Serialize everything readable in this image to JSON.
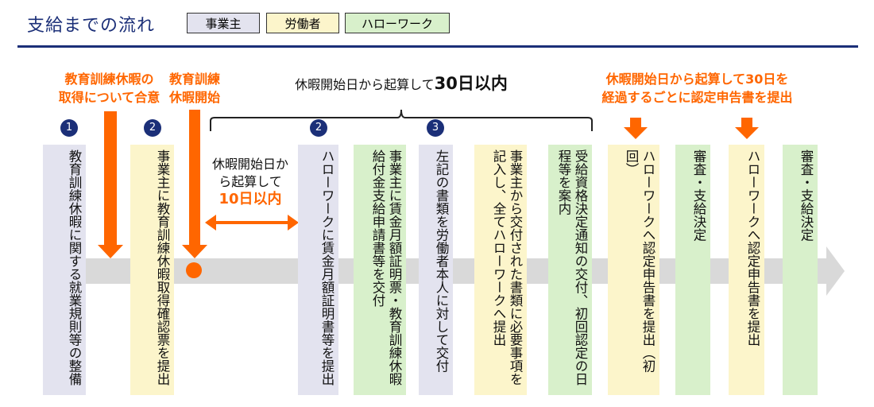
{
  "header": {
    "title": "支給までの流れ",
    "legend": [
      {
        "label": "事業主",
        "color": "#e3e3ef"
      },
      {
        "label": "労働者",
        "color": "#fcf5cb"
      },
      {
        "label": "ハローワーク",
        "color": "#d8f0cb"
      }
    ]
  },
  "annotations": {
    "agreement": [
      "教育訓練休暇の",
      "取得について合意"
    ],
    "leave_start": [
      "教育訓練",
      "休暇開始"
    ],
    "within_30": "休暇開始日から起算して",
    "within_30_big": "30日以内",
    "within_10": [
      "休暇開始日か",
      "ら起算して"
    ],
    "within_10_big": "10日以内",
    "every_30": [
      "休暇開始日から起算して30日を",
      "経過するごとに認定申告書を提出"
    ]
  },
  "steps": [
    {
      "num": "1",
      "text": "教育訓練休暇に関する就業規則等の整備",
      "actor": "事業主"
    },
    {
      "num": "2",
      "text": "事業主に教育訓練休暇取得確認票を提出",
      "actor": "労働者"
    },
    {
      "num": "2",
      "text": "ハローワークに賃金月額証明書等を提出",
      "actor": "事業主"
    },
    {
      "num": "",
      "text": "事業主に賃金月額証明票・教育訓練休暇給付金支給申請書等を交付",
      "actor": "ハローワーク"
    },
    {
      "num": "3",
      "text": "左記の書類を労働者本人に対して交付",
      "actor": "事業主"
    },
    {
      "num": "",
      "text": "事業主から交付された書類に必要事項を記入し、全てハローワークへ提出",
      "actor": "労働者"
    },
    {
      "num": "",
      "text": "受給資格決定通知の交付、初回認定の日程等を案内",
      "actor": "ハローワーク"
    },
    {
      "num": "",
      "text": "ハローワークへ認定申告書を提出（初回）",
      "actor": "労働者"
    },
    {
      "num": "",
      "text": "審査・支給決定",
      "actor": "ハローワーク"
    },
    {
      "num": "",
      "text": "ハローワークへ認定申告書を提出",
      "actor": "労働者"
    },
    {
      "num": "",
      "text": "審査・支給決定",
      "actor": "ハローワーク"
    }
  ],
  "colors": {
    "navy": "#1b2f78",
    "orange": "#ff6600",
    "timeline": "#d9d9d9"
  }
}
